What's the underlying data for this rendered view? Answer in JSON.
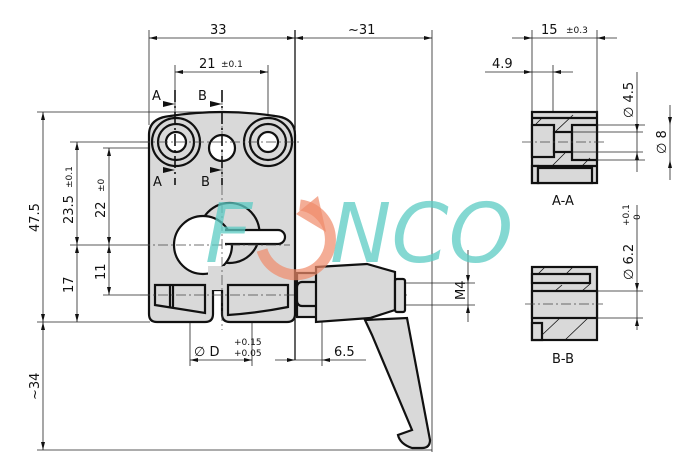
{
  "drawing": {
    "dimensions": {
      "width_33": "33",
      "width_31": "~31",
      "hole_spacing": "21",
      "hole_spacing_tol": "±0.1",
      "height_47_5": "47.5",
      "height_34": "~34",
      "height_23_5": "23.5",
      "height_23_5_tol": "±0.1",
      "height_22": "22",
      "height_22_tol": "±0",
      "height_17": "17",
      "height_11": "11",
      "diameter_d": "∅ D",
      "diameter_d_tol_upper": "+0.15",
      "diameter_d_tol_lower": "+0.05",
      "offset_6_5": "6.5",
      "thread_m4": "M4",
      "section_width_15": "15",
      "section_width_15_tol": "±0.3",
      "section_offset_4_9": "4.9",
      "bore_4_5": "∅ 4.5",
      "bore_8": "∅ 8",
      "bore_6_2": "∅ 6.2",
      "bore_6_2_tol_upper": "+0.1",
      "bore_6_2_tol_lower": "0"
    },
    "section_marks": {
      "a": "A",
      "b": "B"
    },
    "section_labels": {
      "aa": "A-A",
      "bb": "B-B"
    },
    "watermark": {
      "text_left": "F",
      "text_right": "NCO",
      "full": "FONCO"
    },
    "colors": {
      "part_fill": "#d9d9d9",
      "watermark_teal": "#5ccbc4",
      "watermark_orange": "#f08a6a"
    }
  }
}
